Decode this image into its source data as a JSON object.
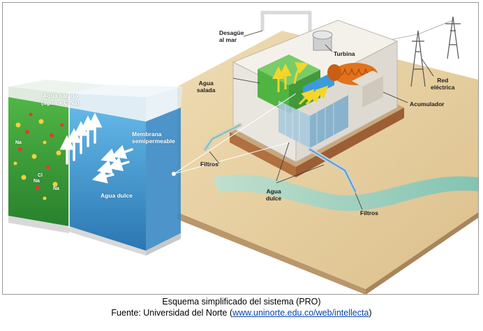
{
  "labels": {
    "desague": [
      "Desagüe",
      "al mar"
    ],
    "turbina": "Turbina",
    "red_electrica": [
      "Red",
      "eléctrica"
    ],
    "agua_salada_building": [
      "Agua",
      "salada"
    ],
    "acumulador": "Acumulador",
    "filtros_left": "Filtros",
    "agua_dulce_building": [
      "Agua",
      "dulce"
    ],
    "filtros_right": "Filtros",
    "agua_salada_tank": [
      "Agua salada",
      "(agua + ClNa)"
    ],
    "membrana": [
      "Membrana",
      "semipermeable"
    ],
    "agua_dulce_tank": "Agua dulce",
    "na_ion": "Na",
    "cl_ion": "Cl"
  },
  "caption": {
    "line1": "Esquema simplificado del sistema (PRO)",
    "source_prefix": "Fuente: Universidad del Norte (",
    "source_link": "www.uninorte.edu.co/web/intellecta",
    "source_suffix": ")"
  },
  "colors": {
    "salt_water": "#2f9a2c",
    "fresh_water": "#2f8fcf",
    "ground": "#e8d2a4",
    "turbine": "#e0731c",
    "arrow_green_side": "#f3d62a",
    "caption_link": "#0645ad"
  }
}
